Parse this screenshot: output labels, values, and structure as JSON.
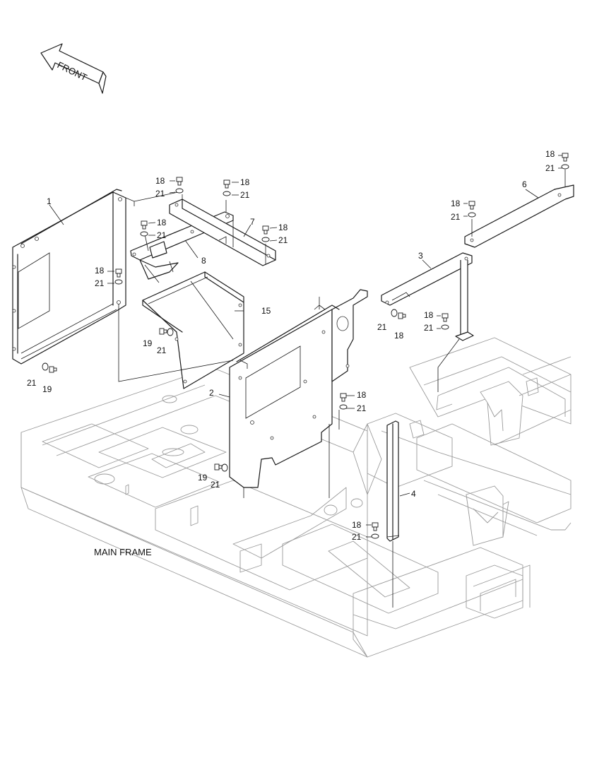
{
  "front_arrow": {
    "text": "FRONT"
  },
  "main_frame_label": "MAIN FRAME",
  "part_numbers": {
    "p1": "1",
    "p2": "2",
    "p3": "3",
    "p4": "4",
    "p6": "6",
    "p7": "7",
    "p8": "8",
    "p15": "15"
  },
  "hardware": {
    "bolt18": "18",
    "bolt19": "19",
    "washer21": "21"
  },
  "colors": {
    "line": "#1a1a1a",
    "frame": "#9a9a9a",
    "background": "#ffffff"
  }
}
